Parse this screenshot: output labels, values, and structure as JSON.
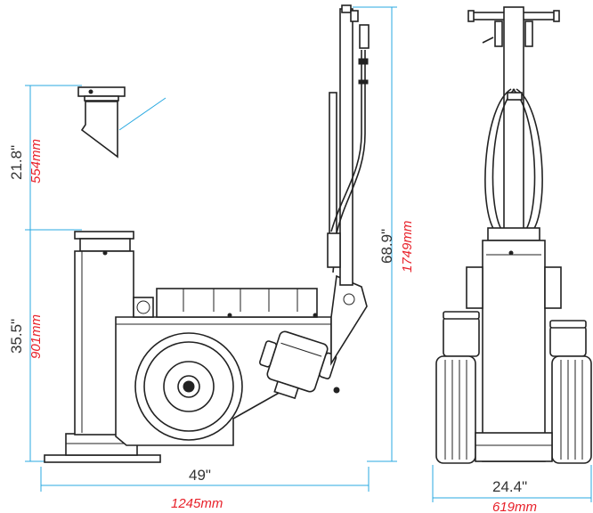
{
  "dimensions": {
    "top_block": {
      "inches": "21.8\"",
      "mm": "554mm"
    },
    "lower_block": {
      "inches": "35.5\"",
      "mm": "901mm"
    },
    "overall_height": {
      "inches": "68.9\"",
      "mm": "1749mm"
    },
    "side_length": {
      "inches": "49\"",
      "mm": "1245mm"
    },
    "front_width": {
      "inches": "24.4\"",
      "mm": "619mm"
    }
  },
  "colors": {
    "dimension_line": "#29a9e1",
    "metric_text": "#e8212a",
    "imperial_text": "#333333",
    "drawing_line": "#222222"
  }
}
